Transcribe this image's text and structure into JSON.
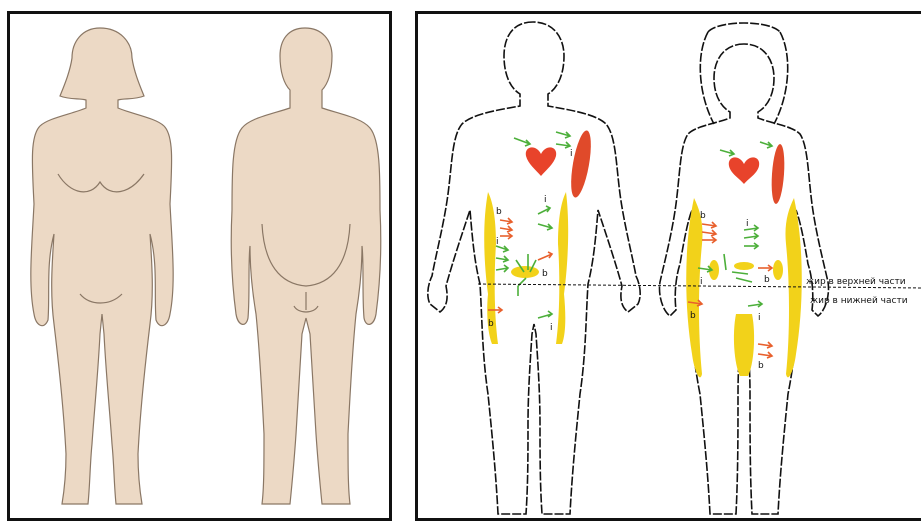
{
  "figure": {
    "left_panel": {
      "silhouettes": [
        "female-pear-shape-silhouette",
        "male-apple-shape-silhouette"
      ],
      "skin_color": "#ecd9c5",
      "outline_color": "#8a7765"
    },
    "right_panel": {
      "figures": [
        "male-outline-figure",
        "female-outline-figure"
      ],
      "labels": {
        "upper_fat": "жир в верхней части",
        "lower_fat": "жир в нижней части"
      },
      "arrow_letters": {
        "b": "b",
        "i": "i"
      },
      "colors": {
        "fat_yellow": "#f2d21a",
        "muscle_red": "#e04a2a",
        "heart_red": "#e8432b",
        "arrow_green": "#4caf3a",
        "arrow_orange": "#e8602d"
      }
    }
  }
}
